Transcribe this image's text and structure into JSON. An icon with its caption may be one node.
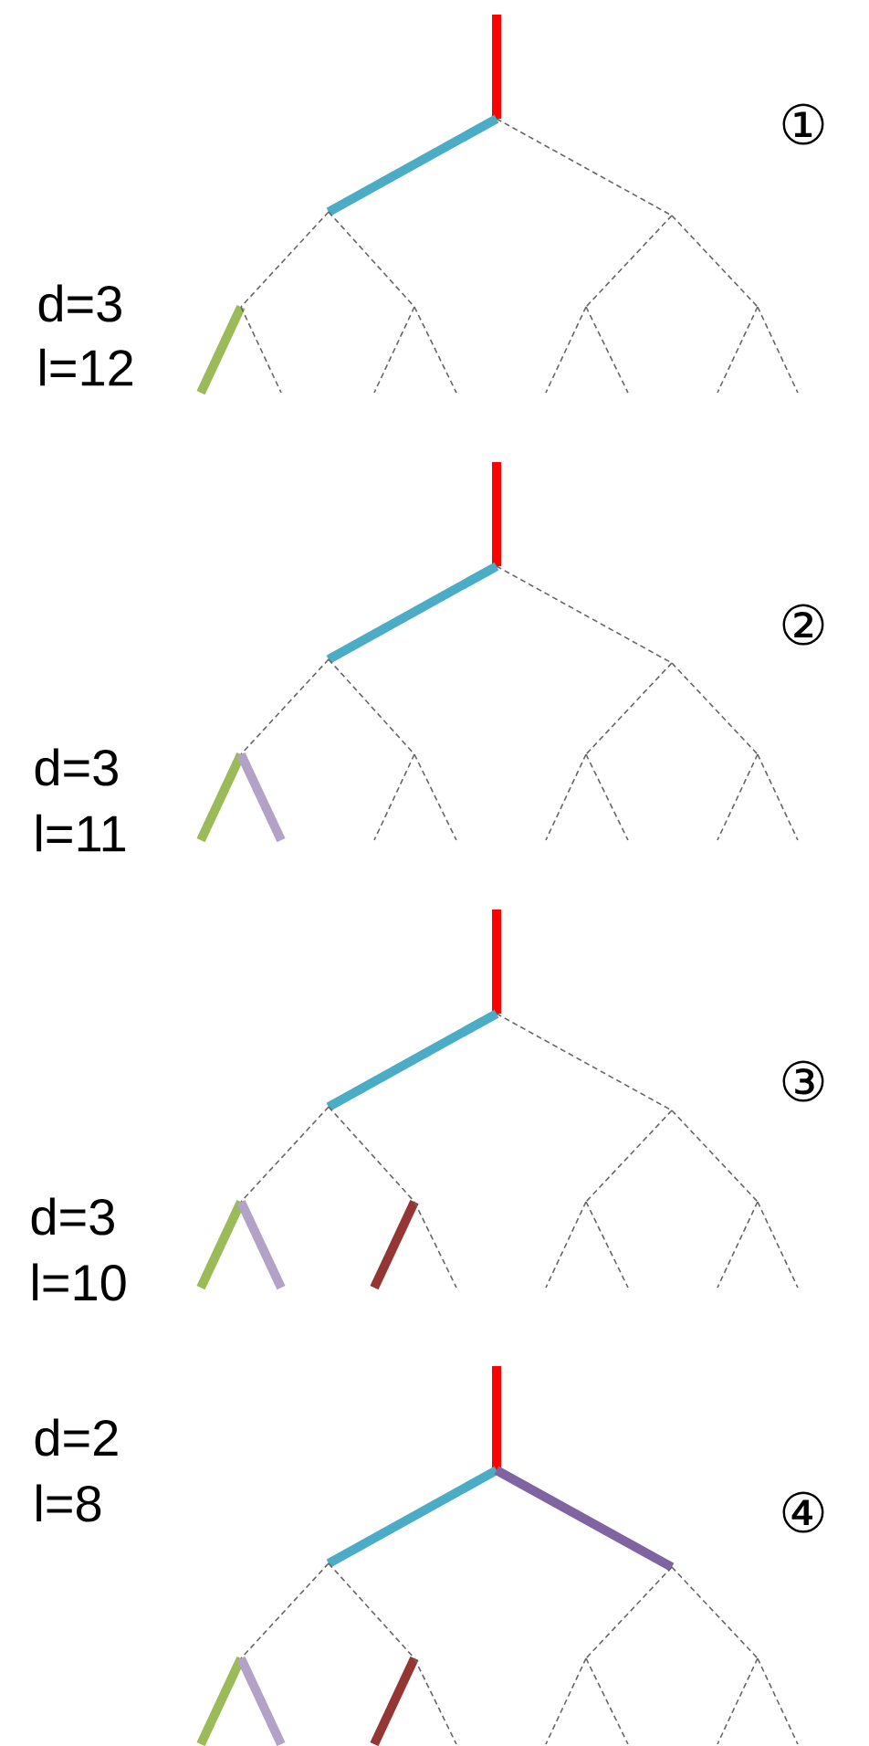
{
  "diagram": {
    "labels": [
      "①",
      "d=3",
      "l=12",
      "②",
      "d=3",
      "l=11",
      "③",
      "d=3",
      "l=10",
      "d=2",
      "l=8",
      "④"
    ]
  }
}
